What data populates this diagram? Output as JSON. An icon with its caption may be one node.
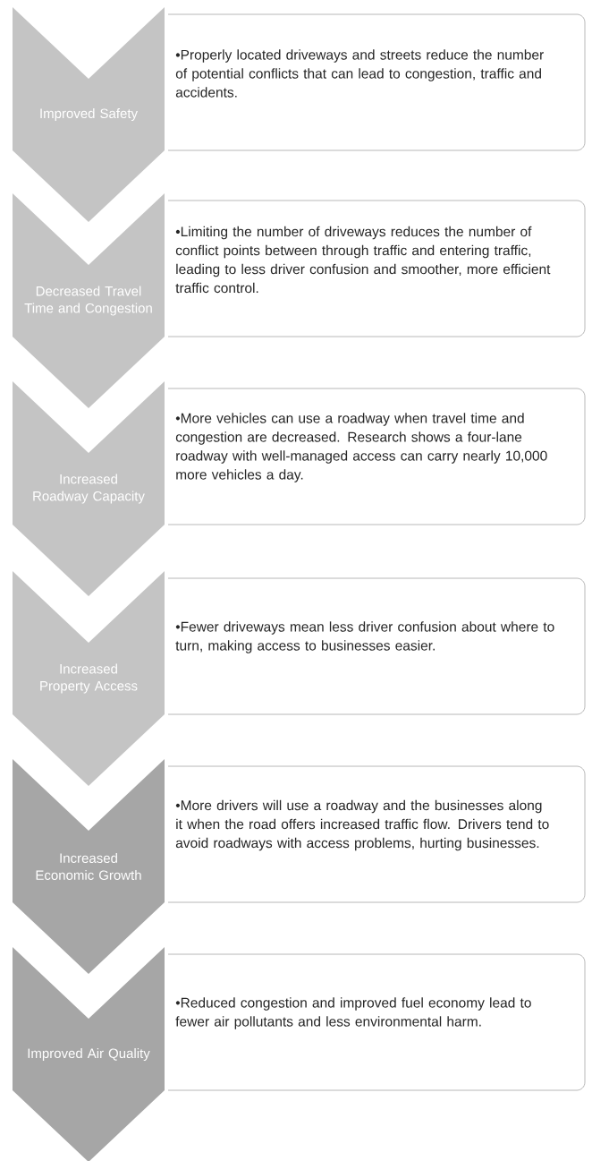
{
  "diagram": {
    "nodes": [
      {
        "text": [
          "Improved Safety"
        ]
      },
      {
        "text": [
          "•Properly located driveways and streets reduce the number of potential conflicts that can lead to congestion, traffic and accidents."
        ]
      },
      {
        "text": [
          "Decreased Travel Time and Congestion"
        ]
      },
      {
        "text": [
          "•Limiting the number of driveways reduces the number of conflict points between through traffic and entering traffic, leading to less driver confusion and smoother, more efficient traffic control."
        ]
      },
      {
        "text": [
          "Increased Roadway Capacity"
        ]
      },
      {
        "text": [
          "•More vehicles can use a roadway when travel time and congestion are decreased.  Research shows a four-lane roadway with well-managed access can carry nearly 10,000 more vehicles a day."
        ]
      },
      {
        "text": [
          "Increased Property Access"
        ]
      },
      {
        "text": [
          "•Fewer driveways mean less driver confusion about where to turn, making access to businesses easier."
        ]
      },
      {
        "text": [
          "Increased Economic Growth"
        ]
      },
      {
        "text": [
          "•More drivers will use a roadway and the businesses along it when the road offers increased traffic flow.   Drivers tend to avoid roadways with access problems, hurting businesses."
        ]
      },
      {
        "text": [
          "Improved Air Quality"
        ]
      },
      {
        "text": [
          "•Reduced congestion and improved fuel economy lead to fewer air pollutants and less environmental harm."
        ]
      }
    ]
  }
}
